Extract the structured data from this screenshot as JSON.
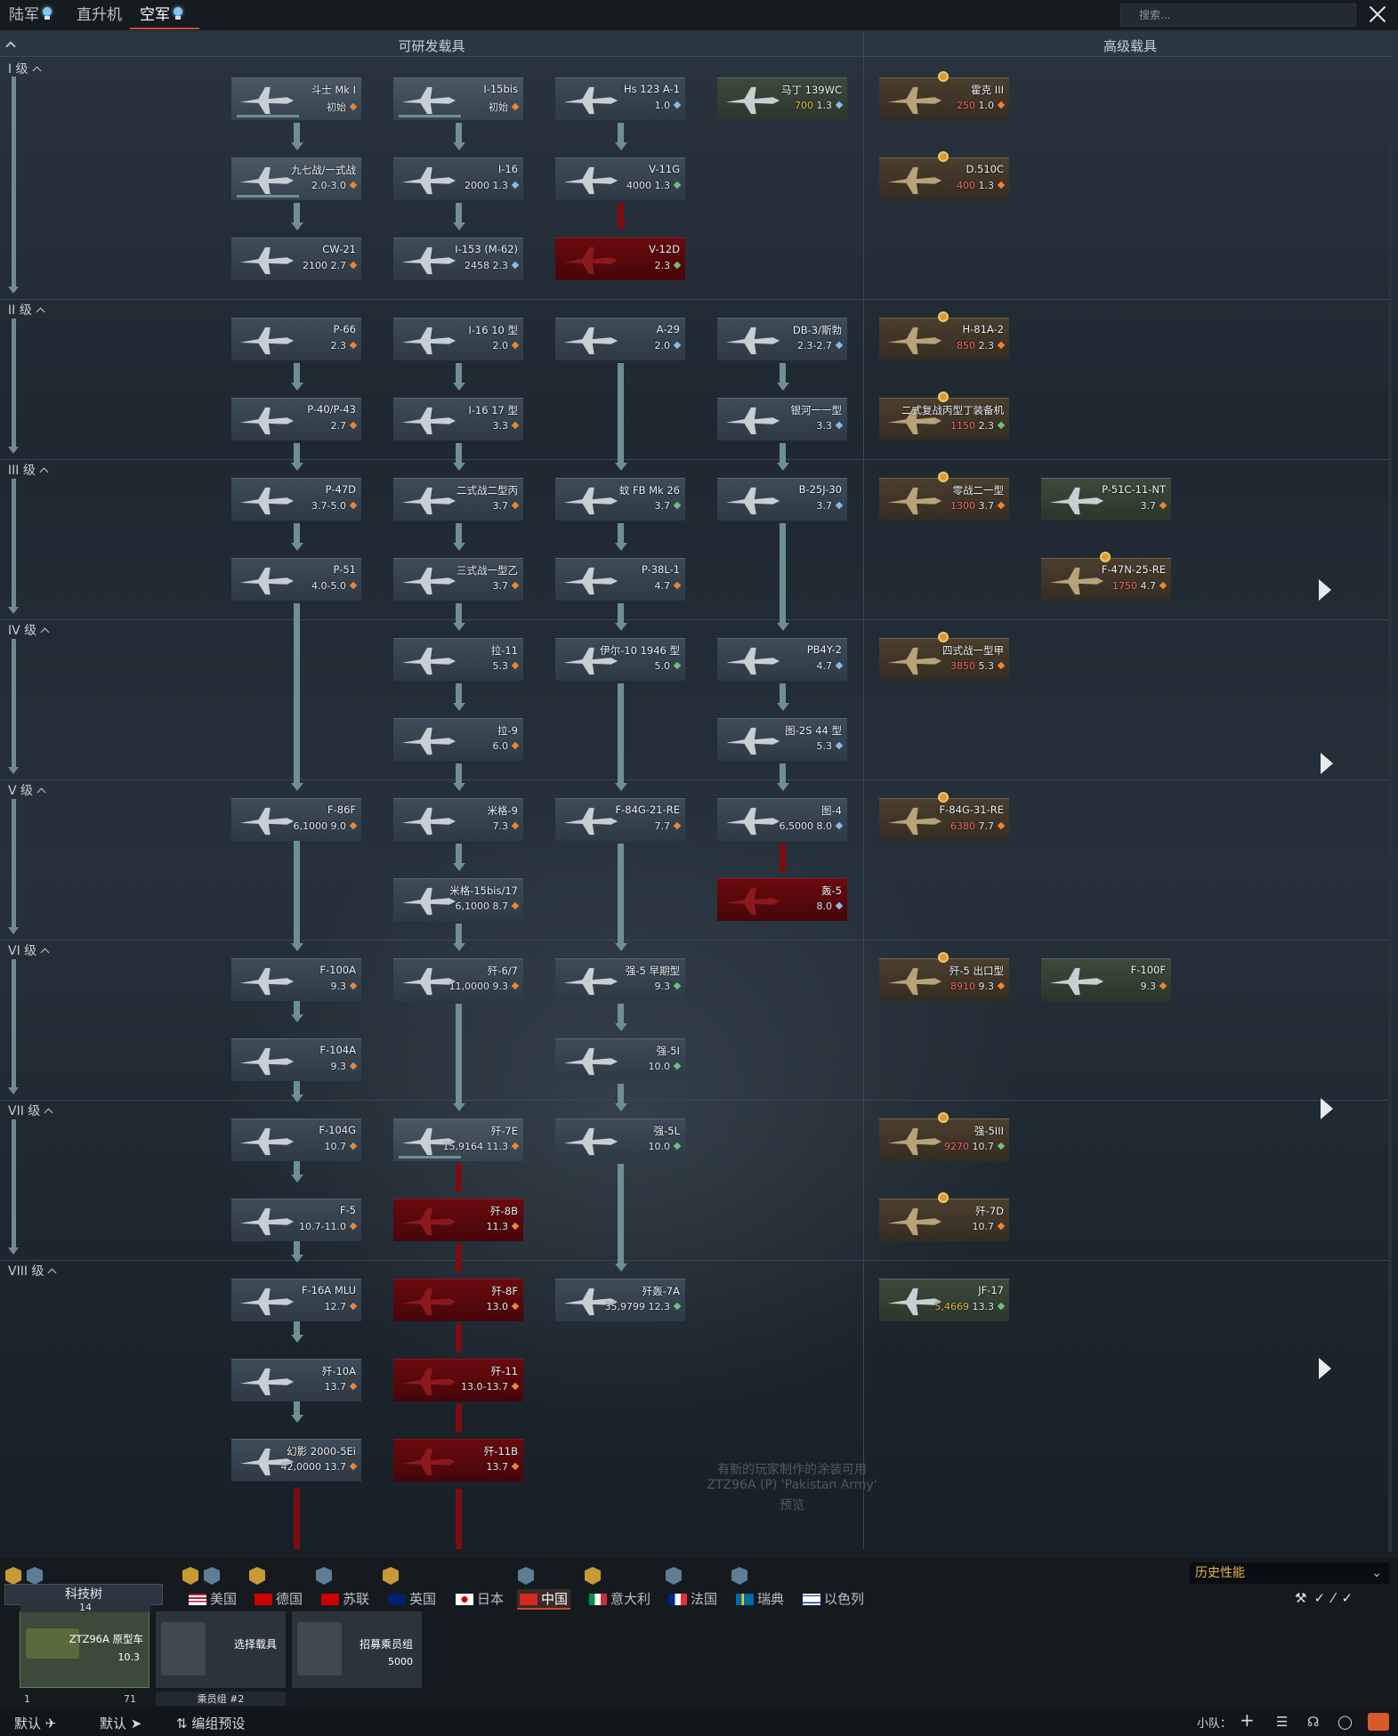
{
  "top_tabs": {
    "ground": "陆军",
    "heli": "直升机",
    "air": "空军"
  },
  "search": {
    "placeholder": "搜索..."
  },
  "headers": {
    "researchable": "可研发载具",
    "premium": "高级载具"
  },
  "ranks": [
    "I 级",
    "II 级",
    "III 级",
    "IV 级",
    "V 级",
    "VI 级",
    "VII 级",
    "VIII 级"
  ],
  "vehicles": [
    {
      "name": "斗士 Mk I",
      "br": "初始"
    },
    {
      "name": "I-15bis",
      "br": "初始"
    },
    {
      "name": "Hs 123 A-1",
      "br": "1.0"
    },
    {
      "name": "马丁 139WC",
      "cost": "700",
      "br": "1.3"
    },
    {
      "name": "霍克 III",
      "cost": "250",
      "br": "1.0"
    },
    {
      "name": "九七战/一式战",
      "br": "2.0-3.0"
    },
    {
      "name": "I-16",
      "cost": "2000",
      "br": "1.3"
    },
    {
      "name": "V-11G",
      "cost": "4000",
      "br": "1.3"
    },
    {
      "name": "D.510C",
      "cost": "400",
      "br": "1.3"
    },
    {
      "name": "CW-21",
      "cost": "2100",
      "br": "2.7"
    },
    {
      "name": "I-153 (M-62)",
      "cost": "2458",
      "br": "2.3"
    },
    {
      "name": "V-12D",
      "br": "2.3"
    },
    {
      "name": "P-66",
      "br": "2.3"
    },
    {
      "name": "I-16 10 型",
      "br": "2.0"
    },
    {
      "name": "A-29",
      "br": "2.0"
    },
    {
      "name": "DB-3/斯勃",
      "br": "2.3-2.7"
    },
    {
      "name": "H-81A-2",
      "cost": "850",
      "br": "2.3"
    },
    {
      "name": "P-40/P-43",
      "br": "2.7"
    },
    {
      "name": "I-16 17 型",
      "br": "3.3"
    },
    {
      "name": "银河一一型",
      "br": "3.3"
    },
    {
      "name": "二式复战丙型丁装备机",
      "cost": "1150",
      "br": "2.3"
    },
    {
      "name": "P-47D",
      "br": "3.7-5.0"
    },
    {
      "name": "二式战二型丙",
      "br": "3.7"
    },
    {
      "name": "蚊 FB Mk 26",
      "br": "3.7"
    },
    {
      "name": "B-25J-30",
      "br": "3.7"
    },
    {
      "name": "零战二一型",
      "cost": "1300",
      "br": "3.7"
    },
    {
      "name": "P-51C-11-NT",
      "br": "3.7"
    },
    {
      "name": "P-51",
      "br": "4.0-5.0"
    },
    {
      "name": "三式战一型乙",
      "br": "3.7"
    },
    {
      "name": "P-38L-1",
      "br": "4.7"
    },
    {
      "name": "F-47N-25-RE",
      "cost": "1750",
      "br": "4.7"
    },
    {
      "name": "拉-11",
      "br": "5.3"
    },
    {
      "name": "伊尔-10 1946 型",
      "br": "5.0"
    },
    {
      "name": "PB4Y-2",
      "br": "4.7"
    },
    {
      "name": "四式战一型甲",
      "cost": "3850",
      "br": "5.3"
    },
    {
      "name": "拉-9",
      "br": "6.0"
    },
    {
      "name": "图-2S 44 型",
      "br": "5.3"
    },
    {
      "name": "F-86F",
      "cost": "6,1000",
      "br": "9.0"
    },
    {
      "name": "米格-9",
      "br": "7.3"
    },
    {
      "name": "F-84G-21-RE",
      "br": "7.7"
    },
    {
      "name": "图-4",
      "cost": "6,5000",
      "br": "8.0"
    },
    {
      "name": "F-84G-31-RE",
      "cost": "6380",
      "br": "7.7"
    },
    {
      "name": "米格-15bis/17",
      "cost": "6,1000",
      "br": "8.7"
    },
    {
      "name": "轰-5",
      "br": "8.0"
    },
    {
      "name": "F-100A",
      "br": "9.3"
    },
    {
      "name": "歼-6/7",
      "cost": "11,0000",
      "br": "9.3"
    },
    {
      "name": "强-5 早期型",
      "br": "9.3"
    },
    {
      "name": "歼-5 出口型",
      "cost": "8910",
      "br": "9.3"
    },
    {
      "name": "F-100F",
      "br": "9.3"
    },
    {
      "name": "F-104A",
      "br": "9.3"
    },
    {
      "name": "强-5I",
      "br": "10.0"
    },
    {
      "name": "F-104G",
      "br": "10.7"
    },
    {
      "name": "歼-7E",
      "cost": "15,9164",
      "br": "11.3"
    },
    {
      "name": "强-5L",
      "br": "10.0"
    },
    {
      "name": "强-5III",
      "cost": "9270",
      "br": "10.7"
    },
    {
      "name": "F-5",
      "br": "10.7-11.0"
    },
    {
      "name": "歼-8B",
      "br": "11.3"
    },
    {
      "name": "歼-7D",
      "br": "10.7"
    },
    {
      "name": "F-16A MLU",
      "br": "12.7"
    },
    {
      "name": "歼-8F",
      "br": "13.0"
    },
    {
      "name": "歼轰-7A",
      "cost": "35,9799",
      "br": "12.3"
    },
    {
      "name": "JF-17",
      "cost": "5,4669",
      "br": "13.3"
    },
    {
      "name": "歼-10A",
      "br": "13.7"
    },
    {
      "name": "歼-11",
      "br": "13.0-13.7"
    },
    {
      "name": "幻影 2000-5Ei",
      "cost": "42,0000",
      "br": "13.7"
    },
    {
      "name": "歼-11B",
      "br": "13.7"
    }
  ],
  "watermark": {
    "line1": "有新的玩家制作的涂装可用",
    "line2": "ZTZ96A (P) 'Pakistan Army'",
    "line3": "预览"
  },
  "footer": {
    "tech_tree": "科技树",
    "nations": [
      "美国",
      "德国",
      "苏联",
      "英国",
      "日本",
      "中国",
      "意大利",
      "法国",
      "瑞典",
      "以色列"
    ],
    "historical": "历史性能",
    "slot_count": "14",
    "tank_name": "ZTZ96A 原型车",
    "tank_br": "10.3",
    "tank_crew": "1",
    "tank_level": "71",
    "select_vehicle": "选择载具",
    "crew_label": "乘员组 #2",
    "recruit": "招募乘员组",
    "recruit_cost": "5000",
    "preset_default_1": "默认",
    "preset_default_2": "默认",
    "preset_edit": "编组预设",
    "squad": "小队："
  }
}
